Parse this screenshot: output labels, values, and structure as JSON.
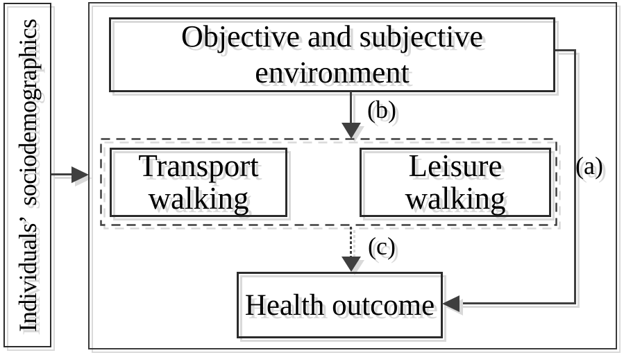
{
  "figure": {
    "background": "#ffffff",
    "colors": {
      "stroke": "#3f3f3f",
      "box_border": "#2b2b2b",
      "shadow": "#d9d9d9",
      "text": "#000000"
    },
    "left_panel": {
      "label": "Individuals’ sociodemographics"
    },
    "environment_box": {
      "line1": "Objective and subjective",
      "line2": "environment"
    },
    "walking_group": {
      "transport_box": {
        "line1": "Transport",
        "line2": "walking"
      },
      "leisure_box": {
        "line1": "Leisure",
        "line2": "walking"
      }
    },
    "health_box": {
      "label": "Health outcome"
    },
    "path_labels": {
      "a": "(a)",
      "b": "(b)",
      "c": "(c)"
    }
  }
}
